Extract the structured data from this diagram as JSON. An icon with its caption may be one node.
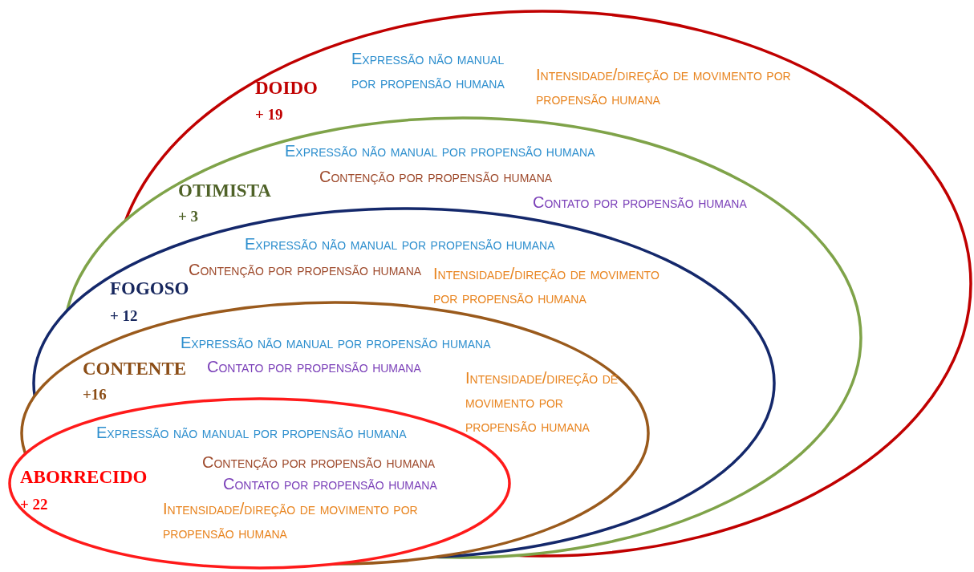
{
  "diagram": {
    "nodes": [
      {
        "text": [
          "DOIDO",
          "+ 19",
          "Expressão não manual por propensão humana",
          "Intensidade/direção de movimento por propensão humana"
        ]
      },
      {
        "text": [
          "OTIMISTA",
          "+ 3",
          "Expressão não manual por propensão humana",
          "Contenção por propensão humana",
          "Contato por propensão humana"
        ],
        "in": 0
      },
      {
        "text": [
          "FOGOSO",
          "+ 12",
          "Expressão não manual por propensão humana",
          "Contenção por propensão humana",
          "Intensidade/direção de movimento por propensão humana"
        ],
        "in": 1
      },
      {
        "text": [
          "CONTENTE",
          "+16",
          "Expressão não manual por propensão humana",
          "Contato por propensão humana",
          "Intensidade/direção de movimento por propensão humana"
        ],
        "in": 2
      },
      {
        "text": [
          "ABORRECIDO",
          "+ 22",
          "Expressão não manual por propensão humana",
          "Contenção por propensão humana",
          "Contato por propensão humana",
          "Intensidade/direção de movimento por propensão humana"
        ],
        "in": 3
      }
    ]
  }
}
